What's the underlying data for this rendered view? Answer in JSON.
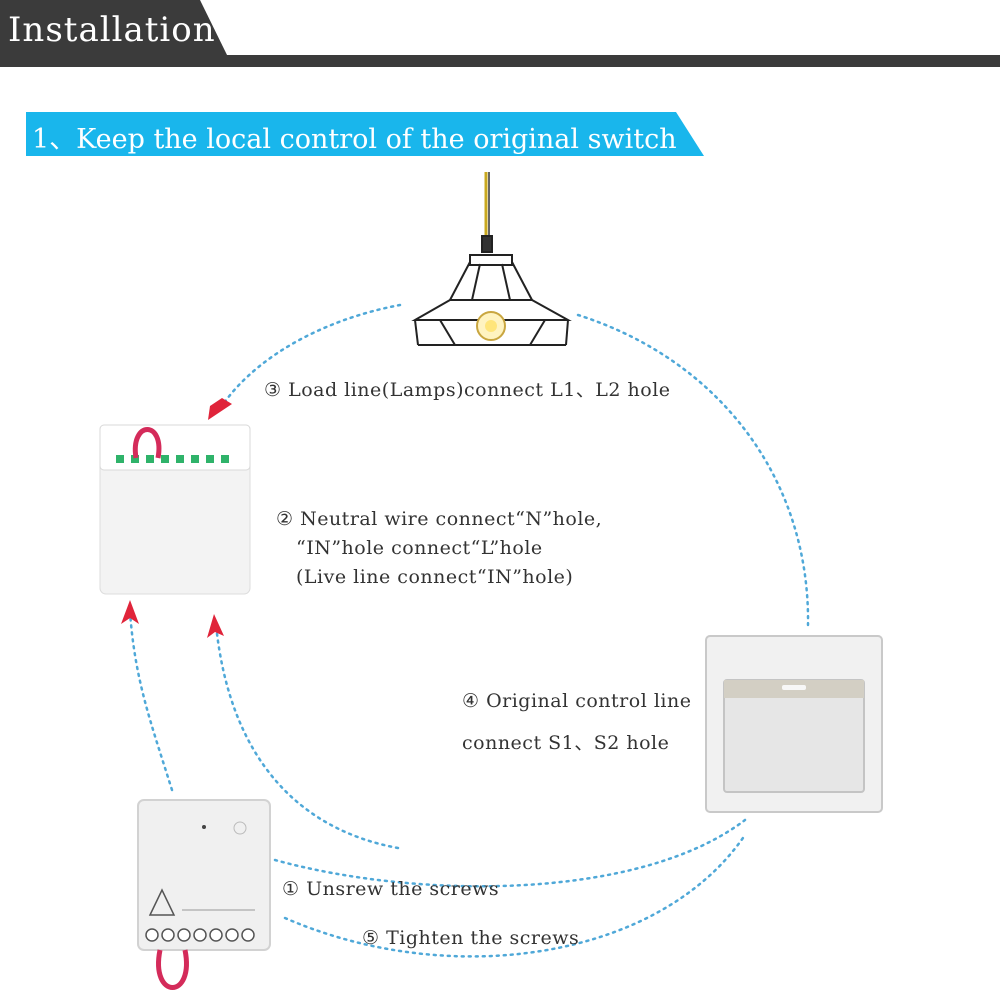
{
  "header": {
    "title": "Installation"
  },
  "section": {
    "title": "1、Keep the local control of the original switch"
  },
  "steps": {
    "step3": "③ Load line(Lamps)connect L1、L2 hole",
    "step2_line1": "② Neutral wire connect“N”hole,",
    "step2_line2": "“IN”hole connect“L”hole",
    "step2_line3": "(Live line connect“IN”hole)",
    "step4_line1": "④ Original control line",
    "step4_line2": "connect S1、S2 hole",
    "step1": "① Unsrew the screws",
    "step5": "⑤ Tighten the screws"
  },
  "colors": {
    "banner": "#19b6ec",
    "header": "#3b3b3b",
    "arrow_line": "#4fa8d8",
    "arrow_head": "#e0243a",
    "wire": "#d42b5a"
  }
}
